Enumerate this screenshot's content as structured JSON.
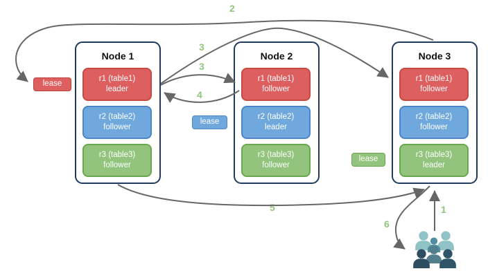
{
  "diagram": {
    "nodes": [
      {
        "title": "Node 1",
        "replicas": [
          {
            "label": "r1 (table1)",
            "role": "leader"
          },
          {
            "label": "r2 (table2)",
            "role": "follower"
          },
          {
            "label": "r3 (table3)",
            "role": "follower"
          }
        ]
      },
      {
        "title": "Node 2",
        "replicas": [
          {
            "label": "r1 (table1)",
            "role": "follower"
          },
          {
            "label": "r2 (table2)",
            "role": "leader"
          },
          {
            "label": "r3 (table3)",
            "role": "follower"
          }
        ]
      },
      {
        "title": "Node 3",
        "replicas": [
          {
            "label": "r1 (table1)",
            "role": "follower"
          },
          {
            "label": "r2 (table2)",
            "role": "follower"
          },
          {
            "label": "r3 (table3)",
            "role": "leader"
          }
        ]
      }
    ],
    "leases": {
      "table1": {
        "label": "lease",
        "color": "#dd5f5f"
      },
      "table2": {
        "label": "lease",
        "color": "#6fa8dc"
      },
      "table3": {
        "label": "lease",
        "color": "#93c47d"
      }
    },
    "arrow_labels": {
      "a1": "1",
      "a2": "2",
      "a3a": "3",
      "a3b": "3",
      "a4": "4",
      "a5": "5",
      "a6": "6"
    },
    "colors": {
      "replica_table1": "#dd5f5f",
      "replica_table2": "#6fa8dc",
      "replica_table3": "#93c47d",
      "node_border": "#1f3a5f",
      "arrow": "#666666",
      "step_label": "#93c47d",
      "clients_light": "#8fc3c5",
      "clients_medium": "#4e8e9e",
      "clients_medium_dark": "#527e8e",
      "clients_dark_left": "#2d4d60",
      "clients_dark_right": "#2f5468"
    },
    "icons": {
      "clients": "people-group-icon"
    }
  }
}
